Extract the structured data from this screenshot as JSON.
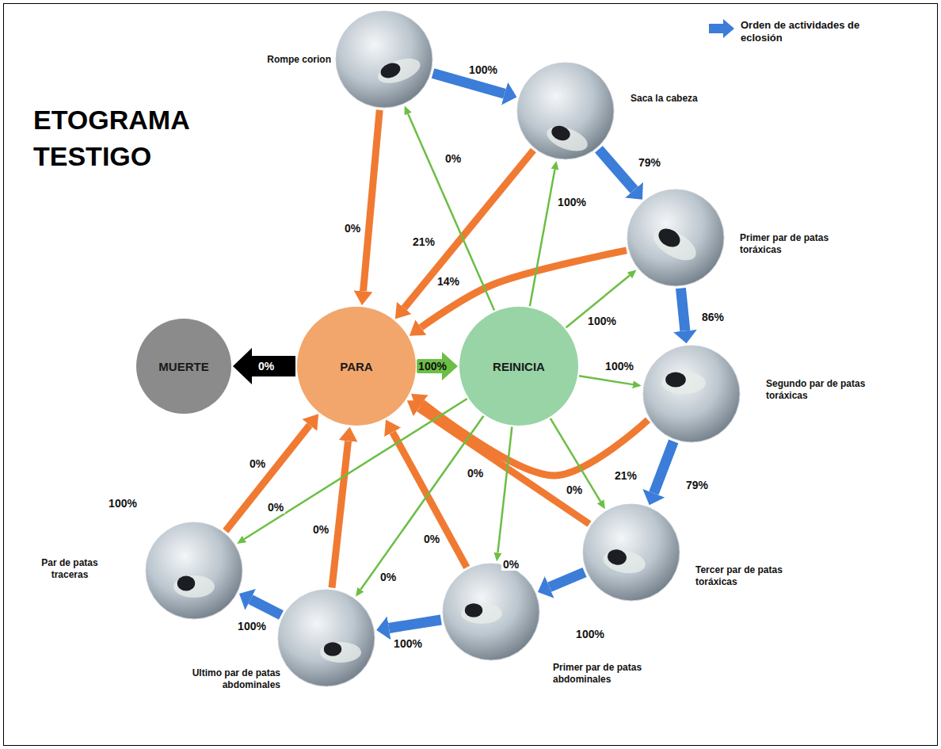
{
  "diagram": {
    "title": "ETOGRAMA TESTIGO",
    "nodes": [
      {
        "text": [
          "Rompe corion"
        ]
      },
      {
        "text": [
          "Saca la cabeza"
        ]
      },
      {
        "text": [
          "Primer par de patas toráxicas"
        ]
      },
      {
        "text": [
          "Segundo par de patas toráxicas"
        ]
      },
      {
        "text": [
          "Tercer par de patas toráxicas"
        ]
      },
      {
        "text": [
          "Primer par de patas abdominales"
        ]
      },
      {
        "text": [
          "Ultimo par de patas abdominales"
        ]
      },
      {
        "text": [
          "Par de patas traceras"
        ]
      },
      {
        "text": [
          "PARA"
        ]
      },
      {
        "text": [
          "REINICIA"
        ]
      },
      {
        "text": [
          "MUERTE"
        ]
      }
    ],
    "edges": [
      {
        "from": 0,
        "to": 1,
        "arrow": "to",
        "label": "100%"
      },
      {
        "from": 1,
        "to": 2,
        "arrow": "to",
        "label": "79%"
      },
      {
        "from": 2,
        "to": 3,
        "arrow": "to",
        "label": "86%"
      },
      {
        "from": 3,
        "to": 4,
        "arrow": "to",
        "label": "79%"
      },
      {
        "from": 4,
        "to": 5,
        "arrow": "to",
        "label": "100%"
      },
      {
        "from": 5,
        "to": 6,
        "arrow": "to",
        "label": "100%"
      },
      {
        "from": 6,
        "to": 7,
        "arrow": "to",
        "label": "100%"
      },
      {
        "from": 0,
        "to": 8,
        "arrow": "to",
        "label": "0%"
      },
      {
        "from": 1,
        "to": 8,
        "arrow": "to",
        "label": "21%"
      },
      {
        "from": 2,
        "to": 8,
        "arrow": "to",
        "label": "14%"
      },
      {
        "from": 3,
        "to": 8,
        "arrow": "to",
        "label": "21%"
      },
      {
        "from": 4,
        "to": 8,
        "arrow": "to",
        "label": "0%"
      },
      {
        "from": 5,
        "to": 8,
        "arrow": "to",
        "label": "0%"
      },
      {
        "from": 6,
        "to": 8,
        "arrow": "to",
        "label": "0%"
      },
      {
        "from": 7,
        "to": 8,
        "arrow": "to",
        "label": "0%"
      },
      {
        "from": 8,
        "to": 10,
        "arrow": "to",
        "label": "0%"
      },
      {
        "from": 8,
        "to": 9,
        "arrow": "to",
        "label": "100%"
      },
      {
        "from": 9,
        "to": 0,
        "arrow": "to",
        "label": "0%"
      },
      {
        "from": 9,
        "to": 1,
        "arrow": "to",
        "label": "100%"
      },
      {
        "from": 9,
        "to": 2,
        "arrow": "to",
        "label": "100%"
      },
      {
        "from": 9,
        "to": 3,
        "arrow": "to",
        "label": "100%"
      },
      {
        "from": 9,
        "to": 4,
        "arrow": "to",
        "label": "0%"
      },
      {
        "from": 9,
        "to": 5,
        "arrow": "to",
        "label": "0%"
      },
      {
        "from": 9,
        "to": 6,
        "arrow": "to",
        "label": "0%"
      },
      {
        "from": 9,
        "to": 7,
        "arrow": "to",
        "label": "0%"
      }
    ],
    "labels": [
      "100%"
    ],
    "legend": [
      {
        "text": "Orden de actividades de eclosión"
      }
    ]
  }
}
